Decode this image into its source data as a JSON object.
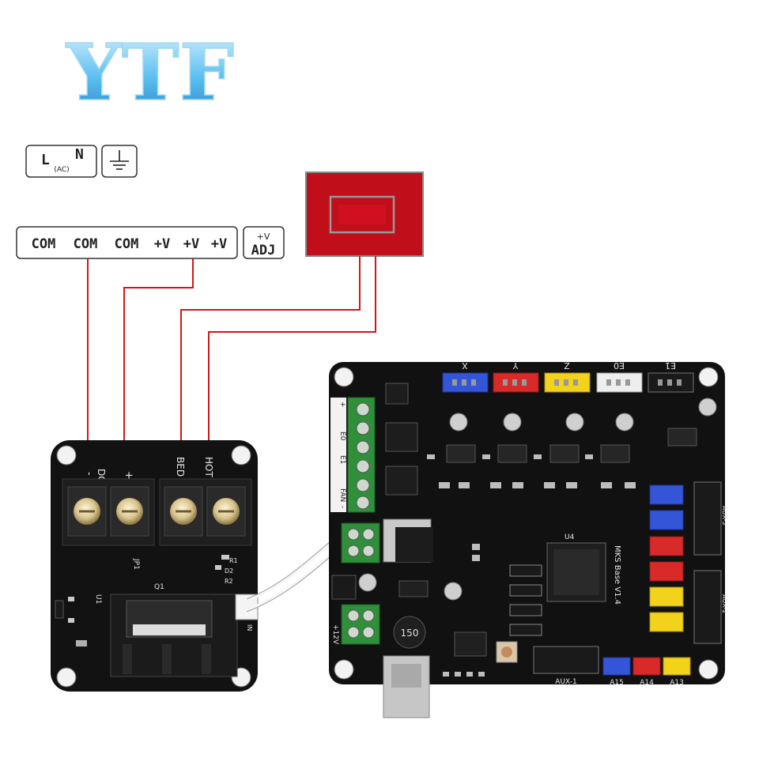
{
  "logo": {
    "text": "YTF",
    "color": "#4fb3e8"
  },
  "power_supply": {
    "ac_input": {
      "line": "L",
      "neutral": "N",
      "note": "(AC)"
    },
    "ground_symbol": "ground-icon",
    "terminals": [
      "COM",
      "COM",
      "COM",
      "+V",
      "+V",
      "+V"
    ],
    "adjust": {
      "top": "+V",
      "bottom": "ADJ"
    }
  },
  "heated_bed": {
    "color": "#c00e1a"
  },
  "mosfet_module": {
    "terminal_labels": [
      "-",
      "DC IN",
      "+",
      "BED",
      "HOT"
    ],
    "silk": {
      "jp1": "JP1",
      "q1": "Q1",
      "u1": "U1",
      "d2": "D2",
      "r2": "R2",
      "r1": "R1",
      "in": "IN"
    }
  },
  "mainboard": {
    "model": "MKS Base V1.4",
    "axis_labels": [
      "X",
      "Y",
      "Z",
      "E0",
      "E1"
    ],
    "side_labels": [
      "E0",
      "E1",
      "FAN",
      "+",
      "-"
    ],
    "bottom_labels": [
      "AUX-1",
      "A15",
      "A14",
      "A13"
    ],
    "power_label": "+12V",
    "inductor": "150",
    "chip": "U4",
    "right_labels": [
      "AUX-3",
      "AUX-2"
    ],
    "connector_colors": {
      "blue": "#3555d8",
      "red": "#d92a2a",
      "yellow": "#f2d21b",
      "white": "#eeeeee",
      "green": "#2f8f3a"
    }
  },
  "wire_color": "#d01818"
}
